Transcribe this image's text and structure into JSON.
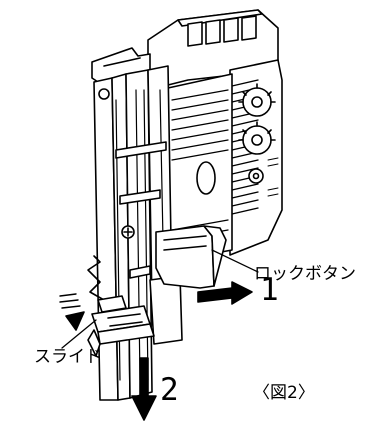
{
  "figure": {
    "labels": {
      "lock_button": "ロックボタン",
      "slide": "スライド",
      "figure_caption": "〈図2〉",
      "step_1": "1",
      "step_2": "2"
    },
    "colors": {
      "line": "#000000",
      "background": "#ffffff"
    },
    "icons": {
      "arrow_1": "arrow-right-icon",
      "arrow_2": "arrow-down-icon",
      "motion": "motion-lines-icon"
    }
  }
}
